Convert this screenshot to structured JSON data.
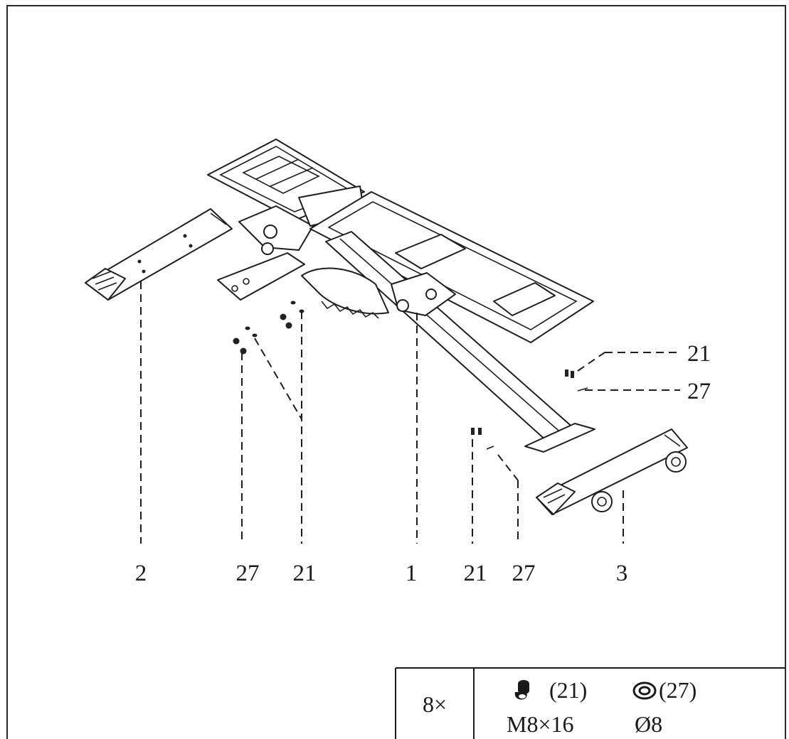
{
  "callouts": {
    "part_2": "2",
    "washer_left": "27",
    "bolt_left": "21",
    "part_1": "1",
    "bolt_right_bottom": "21",
    "washer_right_bottom": "27",
    "part_3": "3",
    "bolt_right_top": "21",
    "washer_right_top": "27"
  },
  "hardware_table": {
    "quantity": "8×",
    "bolt": {
      "icon": "bolt-icon",
      "ref": "(21)",
      "spec": "M8×16"
    },
    "washer": {
      "icon": "washer-icon",
      "ref": "(27)",
      "spec": "Ø8"
    }
  }
}
